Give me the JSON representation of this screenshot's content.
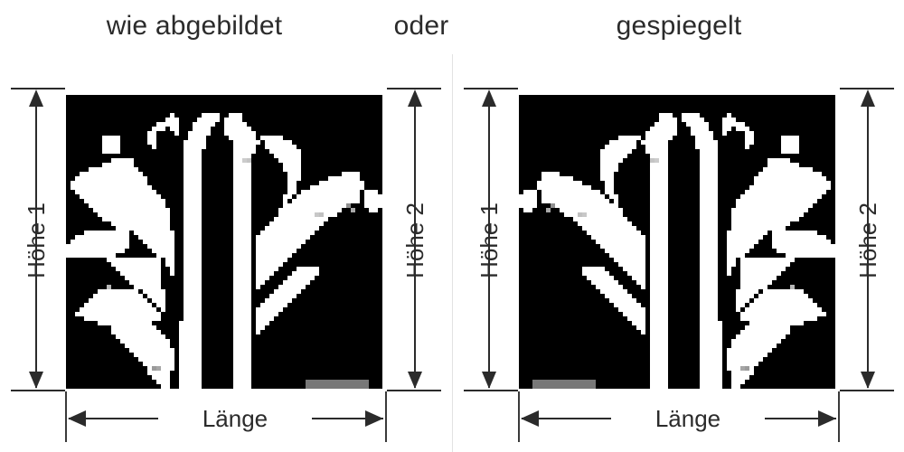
{
  "headings": {
    "left": "wie abgebildet",
    "middle": "oder",
    "right": "gespiegelt"
  },
  "panels": [
    {
      "id": "left",
      "orientation": "as-depicted",
      "mirrored": false,
      "height_label": "Höhe 1",
      "length_label": "Länge",
      "background_color": "#000000",
      "subject_color": "#ffffff",
      "subject": "pixelated-plant-silhouette"
    },
    {
      "id": "right",
      "orientation": "mirrored",
      "mirrored": true,
      "height_label": "Höhe 2",
      "length_label": "Länge",
      "background_color": "#000000",
      "subject_color": "#ffffff",
      "subject": "pixelated-plant-silhouette"
    }
  ],
  "colors": {
    "text": "#2b2b2b",
    "line": "#2b2b2b",
    "background": "#ffffff",
    "panel_fill": "#000000",
    "divider": "#e2e2e2"
  },
  "chart_data": {
    "type": "diagram",
    "title": "",
    "description": "Two dimension-annotated image panels showing a plant silhouette in two orientations",
    "annotations": [
      {
        "panel": "left",
        "axis": "vertical",
        "label": "Höhe 1",
        "arrow": "double"
      },
      {
        "panel": "left",
        "axis": "horizontal",
        "label": "Länge",
        "arrow": "double"
      },
      {
        "panel": "right",
        "axis": "vertical",
        "label": "Höhe 2",
        "arrow": "double"
      },
      {
        "panel": "right",
        "axis": "horizontal",
        "label": "Länge",
        "arrow": "double"
      }
    ]
  }
}
